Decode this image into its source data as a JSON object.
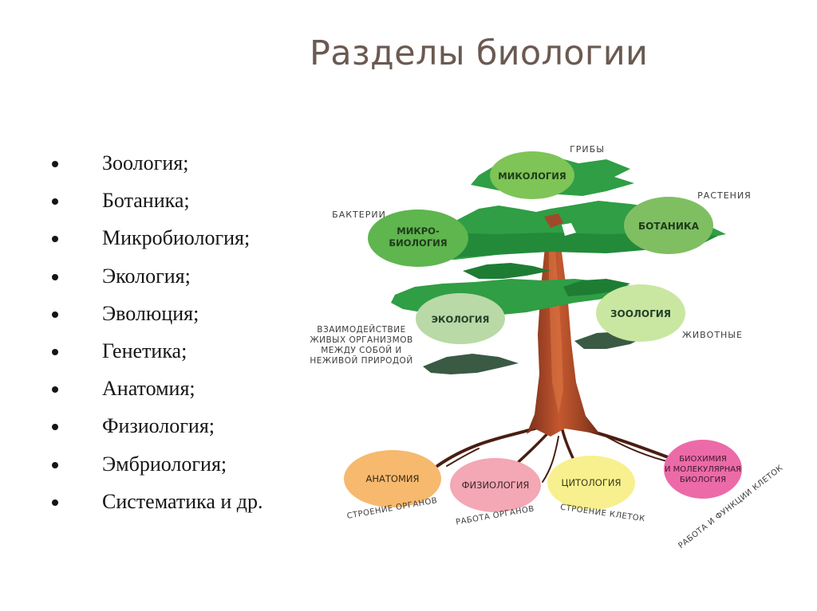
{
  "slide": {
    "title": "Разделы биологии",
    "bullets": [
      "Зоология;",
      "Ботаника;",
      "Микробиология;",
      "Экология;",
      "Эволюция;",
      "Генетика;",
      "Анатомия;",
      "Физиология;",
      "Эмбриология;",
      "Систематика и др."
    ]
  },
  "tree": {
    "branches": {
      "mycology": {
        "label": "МИКОЛОГИЯ",
        "caption": "ГРИБЫ"
      },
      "microbiology": {
        "label_line1": "МИКРО-",
        "label_line2": "БИОЛОГИЯ",
        "caption": "БАКТЕРИИ"
      },
      "botany": {
        "label": "БОТАНИКА",
        "caption": "РАСТЕНИЯ"
      },
      "ecology": {
        "label": "ЭКОЛОГИЯ",
        "caption_lines": [
          "ВЗАИМОДЕЙСТВИЕ",
          "ЖИВЫХ ОРГАНИЗМОВ",
          "МЕЖДУ СОБОЙ И",
          "НЕЖИВОЙ ПРИРОДОЙ"
        ]
      },
      "zoology": {
        "label": "ЗООЛОГИЯ",
        "caption": "ЖИВОТНЫЕ"
      }
    },
    "roots": {
      "anatomy": {
        "label": "АНАТОМИЯ",
        "caption": "СТРОЕНИЕ ОРГАНОВ"
      },
      "physiology": {
        "label": "ФИЗИОЛОГИЯ",
        "caption": "РАБОТА ОРГАНОВ"
      },
      "cytology": {
        "label": "ЦИТОЛОГИЯ",
        "caption": "СТРОЕНИЕ КЛЕТОК"
      },
      "biochemistry": {
        "label_lines": [
          "БИОХИМИЯ",
          "И МОЛЕКУЛЯРНАЯ",
          "БИОЛОГИЯ"
        ],
        "caption": "РАБОТА И ФУНКЦИИ КЛЕТОК"
      }
    },
    "colors": {
      "foliage": "#2f9e45",
      "foliage_dark": "#1e7d33",
      "trunk": "#a4492a",
      "trunk_light": "#d66a37",
      "mycology": "#7ec456",
      "microbiology": "#5fb54e",
      "botany": "#7fbf62",
      "ecology": "#b9d9a6",
      "zoology": "#c9e7a1",
      "anatomy": "#f6b96e",
      "physiology": "#f4a7b4",
      "cytology": "#f8f08e",
      "biochemistry": "#ec6aa8"
    }
  }
}
